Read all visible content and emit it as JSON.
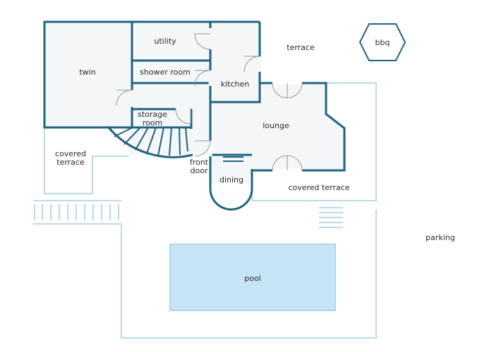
{
  "plan": {
    "rooms": {
      "twin": "twin",
      "utility": "utility",
      "shower_room": "shower room",
      "kitchen": "kitchen",
      "storage_room_line1": "storage",
      "storage_room_line2": "room",
      "lounge": "lounge",
      "dining": "dining"
    },
    "outdoor": {
      "terrace": "terrace",
      "bbq": "bbq",
      "covered_terrace_left_line1": "covered",
      "covered_terrace_left_line2": "terrace",
      "covered_terrace_right": "covered terrace",
      "front_door_line1": "front",
      "front_door_line2": "door",
      "parking": "parking",
      "pool": "pool"
    },
    "colors": {
      "wall": "#1f6480",
      "outline": "#b9dbe7",
      "pool": "#c5e4f6",
      "floor": "#f5f6f7"
    }
  }
}
